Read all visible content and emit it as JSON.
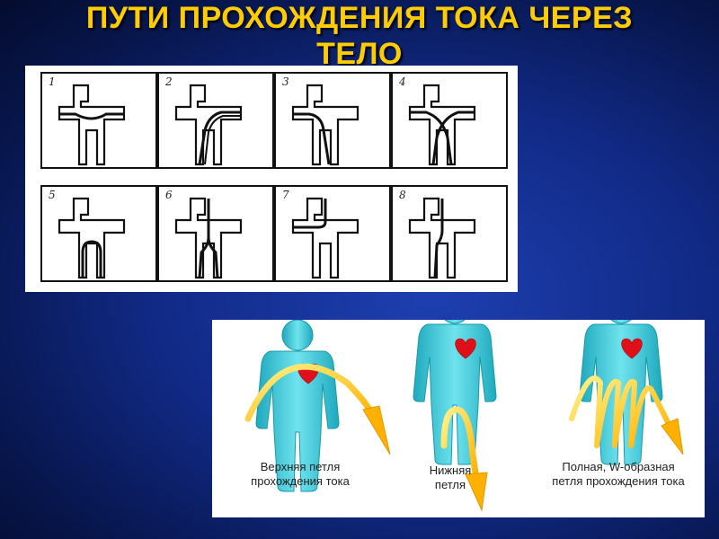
{
  "slide": {
    "title_line1": "ПУТИ ПРОХОЖДЕНИЯ ТОКА ЧЕРЕЗ",
    "title_line2": "ТЕЛО"
  },
  "diagrams": {
    "numbers": [
      "1",
      "2",
      "3",
      "4",
      "5",
      "6",
      "7",
      "8"
    ]
  },
  "loops": [
    {
      "caption_line1": "Верхняя петля",
      "caption_line2": "прохождения тока"
    },
    {
      "caption_line1": "Нижняя",
      "caption_line2": "петля"
    },
    {
      "caption_line1": "Полная, W-образная",
      "caption_line2": "петля прохождения тока"
    }
  ],
  "colors": {
    "title": "#ffcc00",
    "figure_body": "#3cc6d6",
    "heart": "#e0101a",
    "current_arrow": "#ffd800"
  }
}
